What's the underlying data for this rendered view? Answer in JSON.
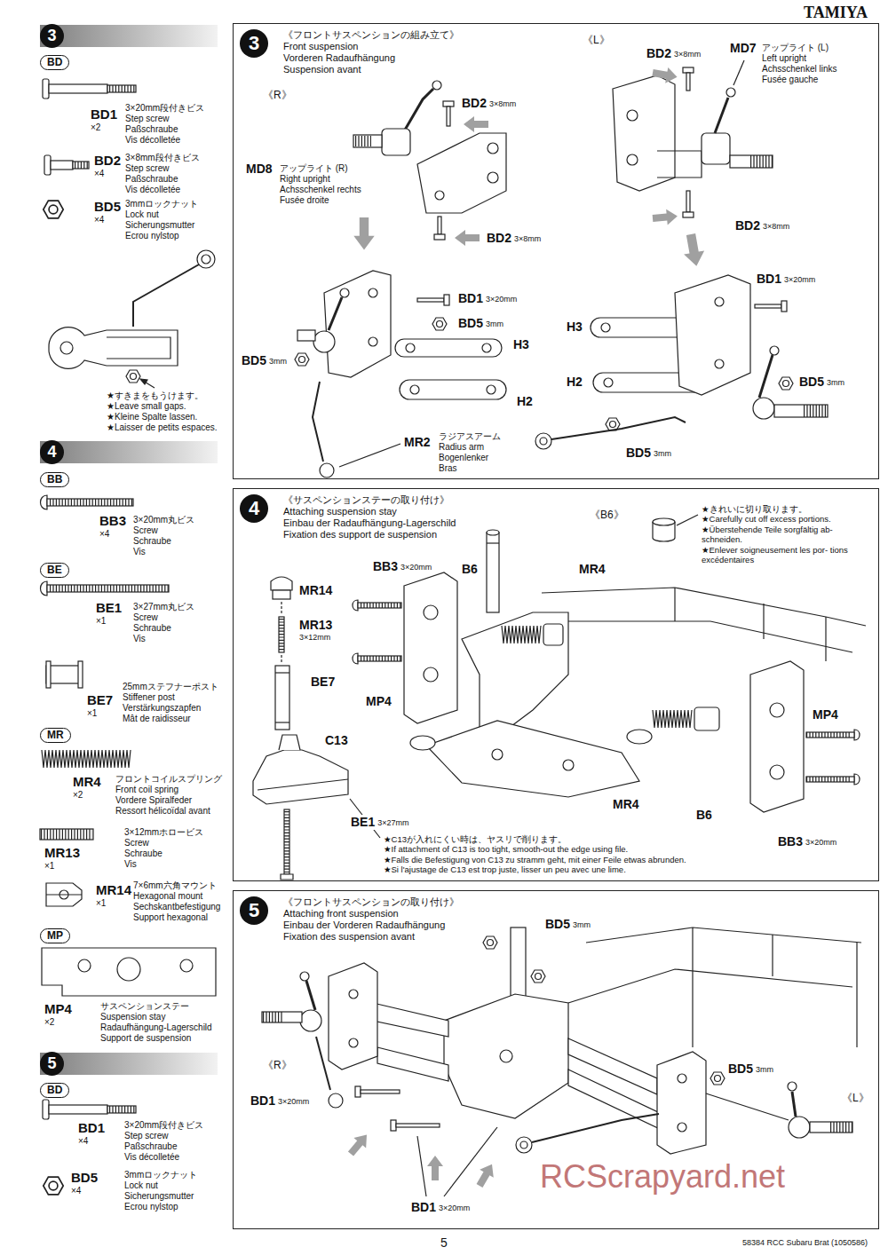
{
  "diagram": {
    "nodes": [
      {
        "text": [
          "3"
        ]
      },
      {
        "text": [
          "BD"
        ]
      },
      {
        "text": [
          "4"
        ]
      },
      {
        "text": [
          "BB"
        ]
      },
      {
        "text": [
          "BE"
        ]
      },
      {
        "text": [
          "MR"
        ]
      },
      {
        "text": [
          "MP"
        ]
      },
      {
        "text": [
          "5"
        ]
      },
      {
        "text": [
          "BD"
        ]
      },
      {
        "text": [
          "《フロントサスペンションの組み立て》",
          "Front suspension",
          "Vorderen Radaufhängung",
          "Suspension avant"
        ]
      },
      {
        "text": [
          "3"
        ],
        "in": 9
      },
      {
        "text": [
          "《サスペンションステーの取り付け》",
          "Attaching suspension stay",
          "Einbau der Radaufhängung-Lagerschild",
          "Fixation des support de suspension"
        ]
      },
      {
        "text": [
          "4"
        ],
        "in": 11
      },
      {
        "text": [
          "《フロントサスペンションの取り付け》",
          "Attaching front suspension",
          "Einbau der Vorderen Radaufhängung",
          "Fixation des suspension avant"
        ]
      },
      {
        "text": [
          "5"
        ],
        "in": 13
      }
    ],
    "labels": [
      "TAMIYA",
      "BD1",
      "×2",
      "3×20mm段付きビス",
      "Step screw",
      "Paßschraube",
      "Vis décolletée",
      "BD2",
      "×4",
      "3×8mm段付きビス",
      "Step screw",
      "Paßschraube",
      "Vis décolletée",
      "BD5",
      "×4",
      "3mmロックナット",
      "Lock nut",
      "Sicherungsmutter",
      "Ecrou nylstop",
      "★すきまをもうけます。",
      "★Leave small gaps.",
      "★Kleine Spalte lassen.",
      "★Laisser de petits espaces.",
      "BB3",
      "×4",
      "3×20mm丸ビス",
      "Screw",
      "Schraube",
      "Vis",
      "BE1",
      "×1",
      "3×27mm丸ビス",
      "Screw",
      "Schraube",
      "Vis",
      "BE7",
      "×1",
      "25mmステフナーポスト",
      "Stiffener post",
      "Verstärkungszapfen",
      "Mât de raidisseur",
      "MR4",
      "×2",
      "フロントコイルスプリング",
      "Front coil spring",
      "Vordere Spiralfeder",
      "Ressort hélicoïdal avant",
      "MR13",
      "×1",
      "3×12mmホロービス",
      "Screw",
      "Schraube",
      "Vis",
      "MR14",
      "×1",
      "7×6mm六角マウント",
      "Hexagonal mount",
      "Sechskantbefestigung",
      "Support hexagonal",
      "MP4",
      "×2",
      "サスペンションステー",
      "Suspension stay",
      "Radaufhängung-Lagerschild",
      "Support de suspension",
      "BD1",
      "×4",
      "3×20mm段付きビス",
      "Step screw",
      "Paßschraube",
      "Vis décolletée",
      "BD5",
      "×4",
      "3mmロックナット",
      "Lock nut",
      "Sicherungsmutter",
      "Ecrou nylstop",
      "《R》",
      "BD2",
      "3×8mm",
      "MD8",
      "アップライト (R)",
      "Right upright",
      "Achsschenkel rechts",
      "Fusée droite",
      "BD2",
      "3×8mm",
      "BD1",
      "3×20mm",
      "BD5",
      "3mm",
      "H3",
      "H2",
      "BD5",
      "3mm",
      "MR2",
      "ラジアスアーム",
      "Radius arm",
      "Bogenlenker",
      "Bras",
      "《L》",
      "BD2",
      "3×8mm",
      "MD7",
      "アップライト (L)",
      "Left upright",
      "Achsschenkel links",
      "Fusée gauche",
      "BD2",
      "3×8mm",
      "BD1",
      "3×20mm",
      "H3",
      "H2",
      "BD5",
      "3mm",
      "BD5",
      "3mm",
      "《B6》",
      "★きれいに切り取ります。",
      "★Carefully cut off excess portions.",
      "★Überstehende Teile sorgfältig ab- schneiden.",
      "★Enlever soigneusement les por- tions excédentaires",
      "BB3",
      "3×20mm",
      "B6",
      "MR4",
      "MR14",
      "MR13",
      "3×12mm",
      "BE7",
      "MP4",
      "C13",
      "BE1",
      "3×27mm",
      "MP4",
      "MR4",
      "B6",
      "BB3",
      "3×20mm",
      "★C13が入れにくい時は、ヤスリで削ります。",
      "★If attachment of C13 is too tight, smooth-out the edge using file.",
      "★Falls die Befestigung von C13 zu stramm geht, mit einer Feile etwas abrunden.",
      "★Si l'ajustage de C13 est trop juste, lisser un peu avec une lime.",
      "BD5",
      "3mm",
      "《R》",
      "BD1",
      "3×20mm",
      "BD5",
      "3mm",
      "《L》",
      "BD1",
      "3×20mm",
      "5",
      "58384 RCC Subaru Brat (1050586)",
      "RCScrapyard.net"
    ]
  }
}
